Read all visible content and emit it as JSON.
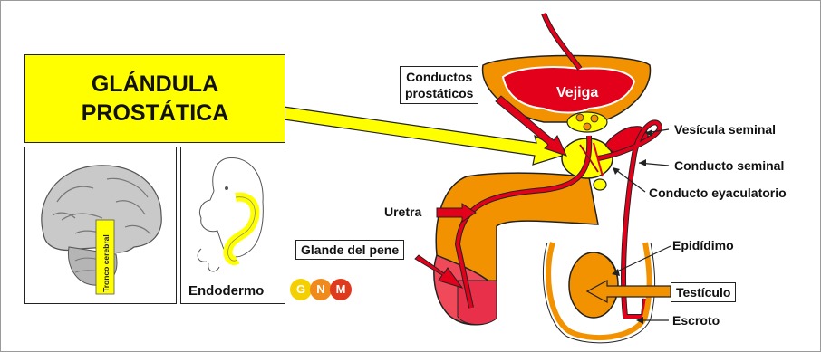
{
  "title": {
    "line1": "GLÁNDULA",
    "line2": "PROSTÁTICA"
  },
  "brain_panel": {
    "label": "Tronco cerebral"
  },
  "embryo_panel": {
    "label": "Endodermo"
  },
  "logo": {
    "letters": [
      "G",
      "N",
      "M"
    ],
    "colors": [
      "#f5d000",
      "#f08a1c",
      "#e03a1e"
    ]
  },
  "labels": {
    "conductos_prostaticos_1": "Conductos",
    "conductos_prostaticos_2": "prostáticos",
    "vejiga": "Vejiga",
    "vesicula_seminal": "Vesícula seminal",
    "conducto_seminal": "Conducto seminal",
    "conducto_eyaculatorio": "Conducto eyaculatorio",
    "uretra": "Uretra",
    "glande": "Glande del pene",
    "epididimo": "Epidídimo",
    "testiculo": "Testículo",
    "escroto": "Escroto"
  },
  "colors": {
    "title_bg": "#ffff00",
    "organ_orange": "#f39200",
    "duct_red": "#e2001a",
    "prostate_yellow": "#ffff00"
  }
}
